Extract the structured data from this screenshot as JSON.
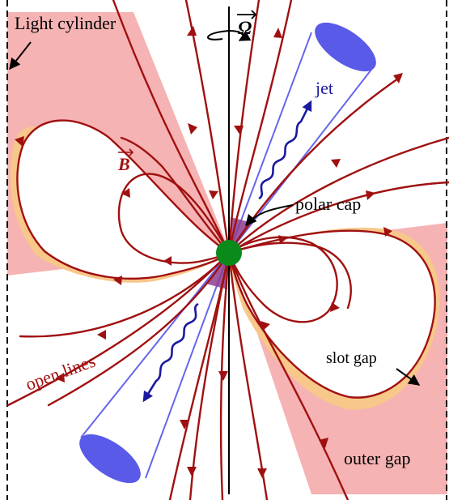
{
  "labels": {
    "light_cylinder": "Light cylinder",
    "omega": "Ω",
    "jet": "jet",
    "b_field": "B",
    "polar_cap": "polar cap",
    "open_lines": "open lines",
    "slot_gap": "slot gap",
    "outer_gap": "outer gap"
  },
  "colors": {
    "field_line": "#a01010",
    "outer_gap_region": "#f6b3b3",
    "slot_gap_region": "#f8c78a",
    "jet_cone": "#6666ee",
    "jet_cap": "#5a5ae8",
    "jet_arrow": "#1a1aa0",
    "polar_cap_region": "#8e3c8e",
    "star": "#0a8a1a",
    "axis": "#000000"
  }
}
